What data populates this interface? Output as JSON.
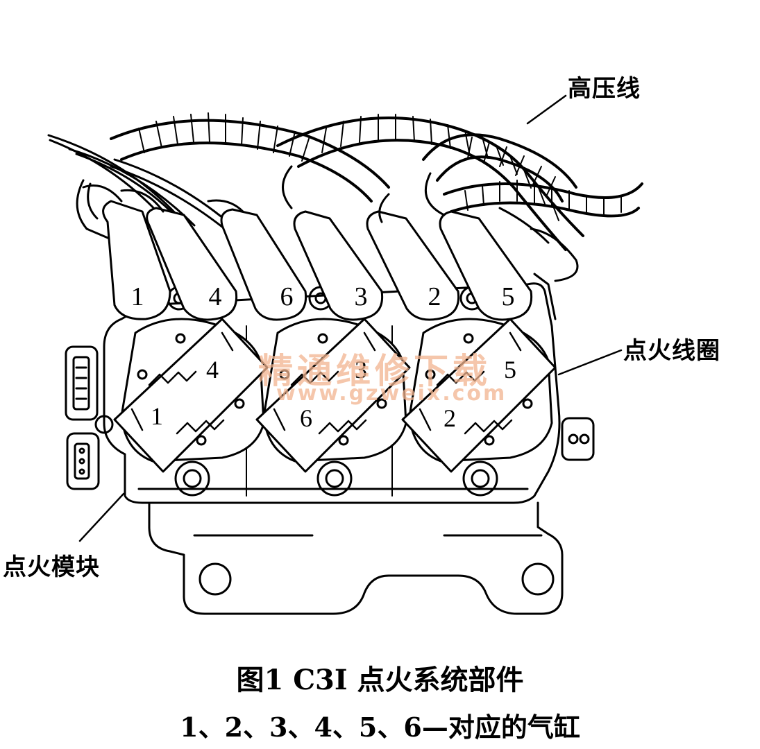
{
  "callouts": {
    "hv_wire": "高压线",
    "ignition_coil": "点火线圈",
    "ignition_module": "点火模块"
  },
  "boot_numbers": [
    "1",
    "4",
    "6",
    "3",
    "2",
    "5"
  ],
  "coil_pairs": [
    {
      "top": "4",
      "bottom": "1"
    },
    {
      "top": "3",
      "bottom": "6"
    },
    {
      "top": "5",
      "bottom": "2"
    }
  ],
  "watermark": {
    "text": "精通维修下载",
    "url": "www.gzweix.com"
  },
  "caption": {
    "title": "图1    C3I 点火系统部件",
    "legend": "1、2、3、4、5、6—对应的气缸"
  },
  "colors": {
    "line": "#000000",
    "watermark": "#f2b48f"
  }
}
